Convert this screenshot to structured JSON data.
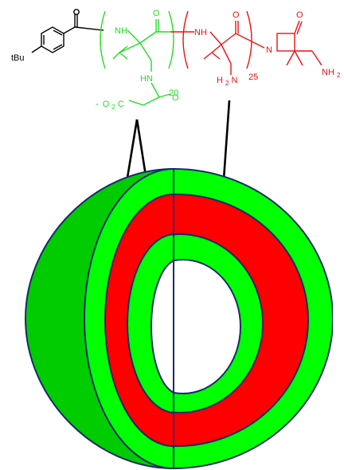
{
  "colors": {
    "green": "#00ff00",
    "green_dark": "#00cc00",
    "green_text": "#22dd22",
    "red": "#ff0000",
    "red_text": "#ee1111",
    "navy": "#1a2a6c",
    "black": "#000000",
    "white": "#ffffff"
  },
  "structure": {
    "tbu_label": "tBu",
    "block1": {
      "nh_label": "NH",
      "o_label": "O",
      "side_nh_label": "HN",
      "side_o_label": "O",
      "carboxylate_prefix": "-",
      "carboxylate_o": "O",
      "carboxylate_sub": "2",
      "carboxylate_c": "C",
      "repeat": "20"
    },
    "block2": {
      "nh_label": "NH",
      "o_label": "O",
      "amine_h": "H",
      "amine_sub": "2",
      "amine_n": "N",
      "repeat": "25"
    },
    "endgroup": {
      "o_label": "O",
      "n_label": "N",
      "amine_label": "NH",
      "amine_sub": "2"
    }
  },
  "diagram": {
    "shape": "hollow-sphere-cross-section",
    "layers_outer_to_inner": [
      "green",
      "red",
      "green"
    ]
  }
}
